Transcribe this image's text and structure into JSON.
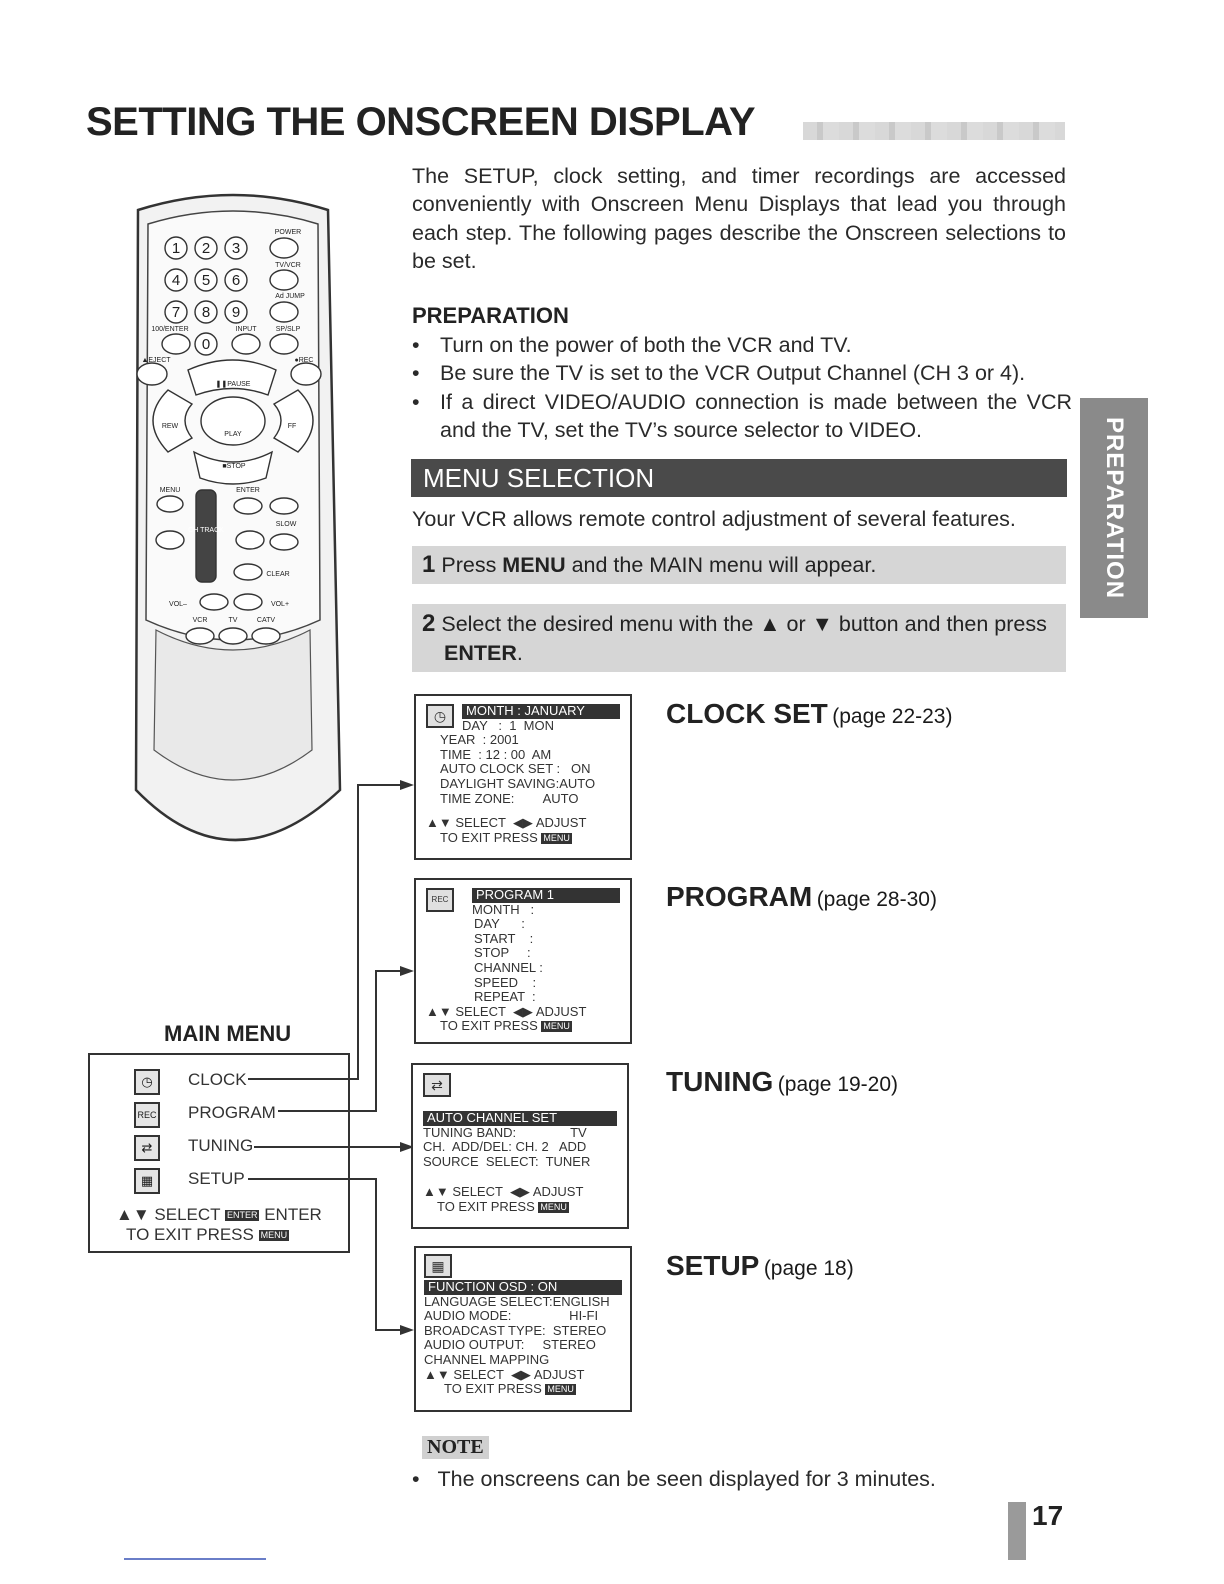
{
  "title": "SETTING THE ONSCREEN DISPLAY",
  "intro": "The SETUP, clock setting, and timer recordings are accessed conveniently with Onscreen Menu Displays that lead you through each step. The following pages describe the Onscreen selections to be set.",
  "preparation": {
    "heading": "PREPARATION",
    "bullets": [
      "Turn on the power of both the VCR and TV.",
      "Be sure the TV is set to the VCR Output Channel (CH 3 or 4).",
      "If a direct VIDEO/AUDIO connection is made between the VCR and the TV, set the TV’s source selector to VIDEO."
    ]
  },
  "menu_selection": {
    "heading": "MENU SELECTION",
    "description": "Your VCR allows remote control adjustment of several features.",
    "step1": {
      "num": "1",
      "pre": "Press ",
      "bold": "MENU",
      "post": " and the MAIN menu will appear."
    },
    "step2": {
      "num": "2",
      "pre": "Select the desired menu with the ▲ or ▼ button and then press ",
      "bold": "ENTER",
      "post": "."
    }
  },
  "sections": [
    {
      "name": "CLOCK SET",
      "page": "(page 22-23)"
    },
    {
      "name": "PROGRAM",
      "page": "(page 28-30)"
    },
    {
      "name": "TUNING",
      "page": "(page 19-20)"
    },
    {
      "name": "SETUP",
      "page": "(page 18)"
    }
  ],
  "osd_clock": {
    "header": "MONTH : JANUARY",
    "lines": [
      "DAY   :  1  MON",
      "YEAR  : 2001",
      "TIME  : 12 : 00  AM",
      "AUTO CLOCK SET :   ON",
      "DAYLIGHT SAVING:AUTO",
      "TIME ZONE:        AUTO"
    ],
    "select": "SELECT",
    "adjust": "ADJUST",
    "exit": "TO  EXIT PRESS",
    "menu_key": "MENU"
  },
  "osd_program": {
    "header": "PROGRAM  1",
    "icon": "REC",
    "lines": [
      "MONTH   :",
      "DAY      :",
      "START    :",
      "STOP     :",
      "CHANNEL :",
      "SPEED    :",
      "REPEAT  :"
    ],
    "select": "SELECT",
    "adjust": "ADJUST",
    "exit": "TO  EXIT  PRESS",
    "menu_key": "MENU"
  },
  "osd_tuning": {
    "header": "AUTO CHANNEL SET",
    "lines": [
      "TUNING BAND:               TV",
      "CH.  ADD/DEL: CH. 2   ADD",
      "SOURCE  SELECT:  TUNER"
    ],
    "select": "SELECT",
    "adjust": "ADJUST",
    "exit": "TO  EXIT  PRESS",
    "menu_key": "MENU"
  },
  "osd_setup": {
    "header": "FUNCTION OSD :            ON",
    "lines": [
      "LANGUAGE SELECT:ENGLISH",
      "AUDIO MODE:                HI-FI",
      "BROADCAST TYPE:  STEREO",
      "AUDIO OUTPUT:     STEREO",
      "CHANNEL MAPPING"
    ],
    "select": "SELECT",
    "adjust": "ADJUST",
    "exit": "TO  EXIT  PRESS",
    "menu_key": "MENU"
  },
  "main_menu": {
    "title": "MAIN MENU",
    "items": [
      "CLOCK",
      "PROGRAM",
      "TUNING",
      "SETUP"
    ],
    "program_icon": "REC",
    "select": "SELECT",
    "enter_key": "ENTER",
    "enter": "ENTER",
    "exit": "TO  EXIT PRESS",
    "menu_key": "MENU"
  },
  "remote": {
    "numbers": [
      "1",
      "2",
      "3",
      "4",
      "5",
      "6",
      "7",
      "8",
      "9",
      "0"
    ],
    "labels": {
      "power": "POWER",
      "tvvcr": "TV/VCR",
      "adjump": "Ad JUMP",
      "enter100": "100/ENTER",
      "input": "INPUT",
      "spslp": "SP/SLP",
      "eject": "▲EJECT",
      "rec": "●REC",
      "pause": "❚❚PAUSE",
      "rew": "REW",
      "play": "PLAY",
      "ff": "FF",
      "stop": "■STOP",
      "menu": "MENU",
      "enter": "ENTER",
      "ch_track": "CH TRACK",
      "slow": "SLOW",
      "clear": "CLEAR",
      "vol_minus": "VOL–",
      "vol_plus": "VOL+",
      "vcr": "VCR",
      "tv": "TV",
      "catv": "CATV"
    }
  },
  "side_tab": "PREPARATION",
  "note": {
    "label": "NOTE",
    "text": "The onscreens can be seen displayed for 3 minutes."
  },
  "page_number": "17"
}
